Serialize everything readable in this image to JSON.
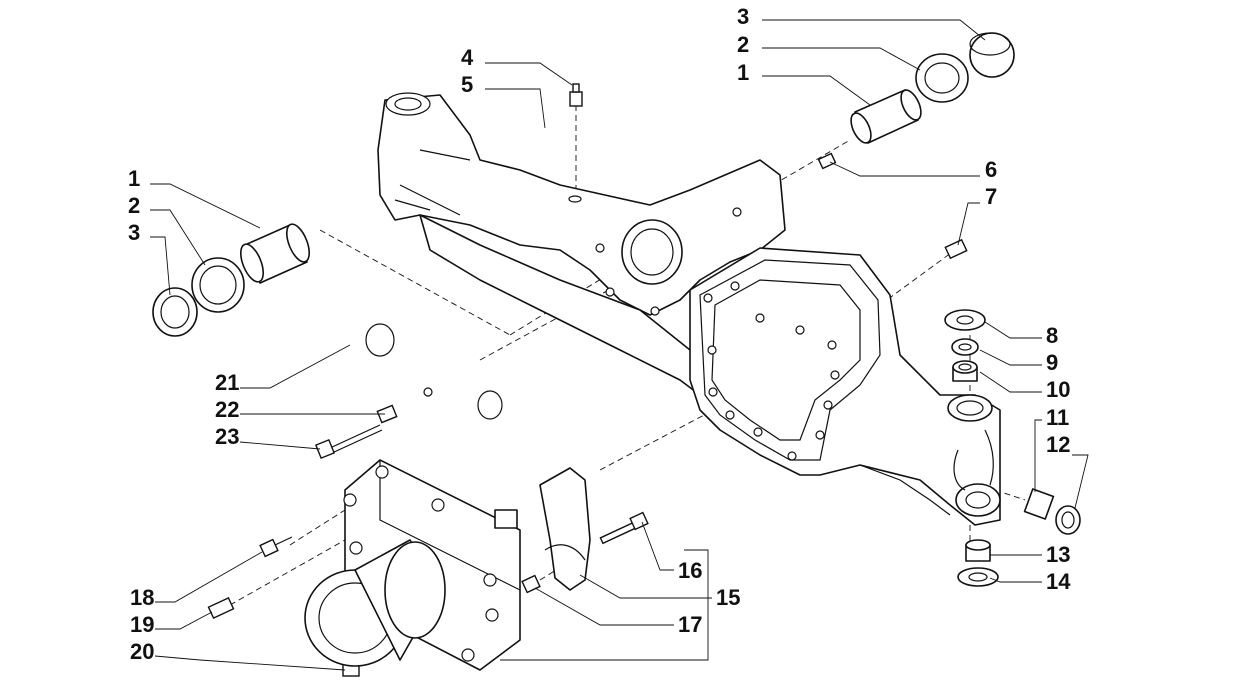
{
  "callouts": [
    {
      "id": "c3-top",
      "text": "3"
    },
    {
      "id": "c2-top",
      "text": "2"
    },
    {
      "id": "c1-top",
      "text": "1"
    },
    {
      "id": "c4",
      "text": "4"
    },
    {
      "id": "c5",
      "text": "5"
    },
    {
      "id": "c6",
      "text": "6"
    },
    {
      "id": "c7",
      "text": "7"
    },
    {
      "id": "c1-left",
      "text": "1"
    },
    {
      "id": "c2-left",
      "text": "2"
    },
    {
      "id": "c3-left",
      "text": "3"
    },
    {
      "id": "c8",
      "text": "8"
    },
    {
      "id": "c9",
      "text": "9"
    },
    {
      "id": "c10",
      "text": "10"
    },
    {
      "id": "c11",
      "text": "11"
    },
    {
      "id": "c12",
      "text": "12"
    },
    {
      "id": "c21",
      "text": "21"
    },
    {
      "id": "c22",
      "text": "22"
    },
    {
      "id": "c23",
      "text": "23"
    },
    {
      "id": "c13",
      "text": "13"
    },
    {
      "id": "c14",
      "text": "14"
    },
    {
      "id": "c16",
      "text": "16"
    },
    {
      "id": "c15",
      "text": "15"
    },
    {
      "id": "c17",
      "text": "17"
    },
    {
      "id": "c18",
      "text": "18"
    },
    {
      "id": "c19",
      "text": "19"
    },
    {
      "id": "c20",
      "text": "20"
    }
  ]
}
